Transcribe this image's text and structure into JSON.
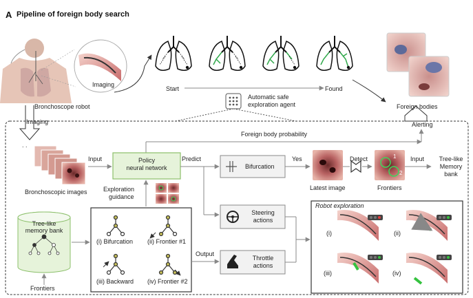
{
  "panel": {
    "letter": "A",
    "title": "Pipeline of foreign body search"
  },
  "top": {
    "imaging_label": "Imaging",
    "robot_label": "Bronchoscope robot",
    "start_label": "Start",
    "found_label": "Found",
    "agent_label_1": "Automatic safe",
    "agent_label_2": "exploration agent",
    "foreign_bodies_label": "Foreign bodies"
  },
  "arrows": {
    "imaging": "Imaging",
    "alerting": "Alerting"
  },
  "flow": {
    "fb_prob": "Foreign body probability",
    "bronchoscopic_images": "Bronchoscopic images",
    "input": "Input",
    "policy_1": "Policy",
    "policy_2": "neural network",
    "predict": "Predict",
    "exploration_1": "Exploration",
    "exploration_2": "guidance",
    "bifurcation": "Bifurcation",
    "yes": "Yes",
    "latest_image": "Latest image",
    "detect": "Detect",
    "frontiers_small": "Frontiers",
    "frontier_num_1": "1",
    "frontier_num_2": "2",
    "input2": "Input",
    "tree_bank_1": "Tree-like",
    "tree_bank_2": "Memory",
    "tree_bank_3": "bank",
    "memory_1": "Tree-like",
    "memory_2": "memory bank",
    "frontiers_bottom": "Frontiers",
    "opt_1": "(i) Bifurcation",
    "opt_2": "(ii) Frontier #1",
    "opt_3": "(iii) Backward",
    "opt_4": "(iv) Frontier #2",
    "output": "Output",
    "steering_1": "Steering",
    "steering_2": "actions",
    "throttle_1": "Throttle",
    "throttle_2": "actions",
    "robot_exploration": "Robot exploration",
    "rx_1": "(i)",
    "rx_2": "(ii)",
    "rx_3": "(iii)",
    "rx_4": "(iv)"
  },
  "colors": {
    "policy_fill": "#e6f3da",
    "policy_border": "#8bbf6a",
    "airway_green": "#2fa84a",
    "tissue": "#d98a8a",
    "tissue_light": "#f2c9c3",
    "frontier_ring": "#3dd65a",
    "light_red": "#e23b3b",
    "light_green": "#35c23f",
    "node_fill": "#c7c05a"
  },
  "icons": [
    "lungs-icon",
    "neural-network-icon",
    "bifurcation-icon",
    "detect-icon",
    "steering-wheel-icon",
    "throttle-icon",
    "database-icon",
    "tree-icon",
    "traffic-light-icon"
  ]
}
